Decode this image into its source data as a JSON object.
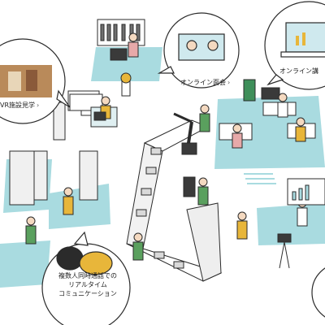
{
  "hotspots": {
    "online_meeting": {
      "label": "オンライン面会",
      "chevron": "›"
    },
    "online_lecture": {
      "label": "オンライン講",
      "chevron": "›"
    },
    "vr_tour": {
      "label": "VR施設見学",
      "chevron": "›"
    },
    "multi_call": {
      "line1": "複数人同時通話での",
      "line2": "リアルタイム",
      "line3": "コミュニケーション",
      "chevron": "›"
    }
  },
  "colors": {
    "floor_blue": "#a9dbe0",
    "line": "#2b2b2b",
    "plant_green": "#3e8f5a",
    "accent_yellow": "#e8b63a",
    "shirt_green": "#5aa05e"
  }
}
